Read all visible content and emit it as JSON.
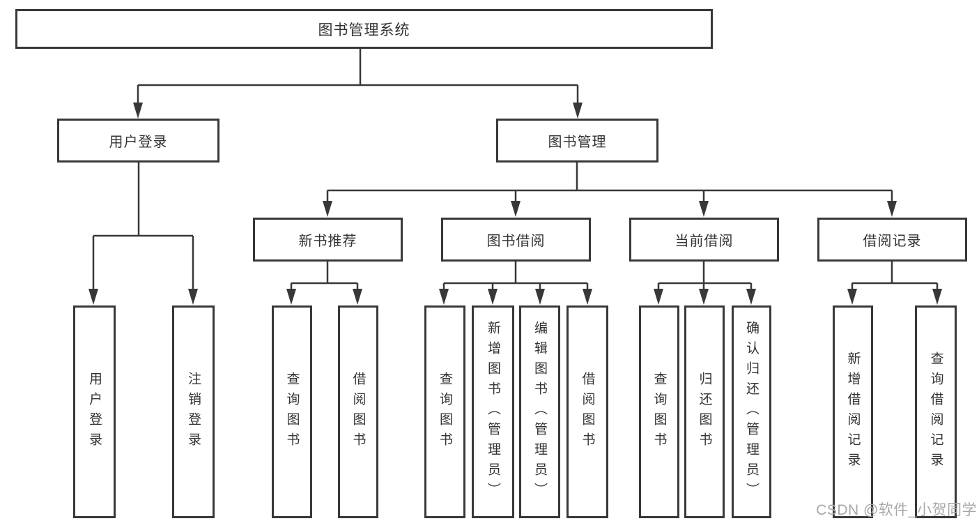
{
  "diagram": {
    "title_node": {
      "label": "图书管理系统"
    },
    "level2": [
      {
        "label": "用户登录"
      },
      {
        "label": "图书管理"
      }
    ],
    "level3": [
      {
        "label": "新书推荐",
        "parent": "图书管理"
      },
      {
        "label": "图书借阅",
        "parent": "图书管理"
      },
      {
        "label": "当前借阅",
        "parent": "图书管理"
      },
      {
        "label": "借阅记录",
        "parent": "图书管理"
      }
    ],
    "level4": [
      {
        "label": "用户登录",
        "parent": "用户登录"
      },
      {
        "label": "注销登录",
        "parent": "用户登录"
      },
      {
        "label": "查询图书",
        "parent": "新书推荐"
      },
      {
        "label": "借阅图书",
        "parent": "新书推荐"
      },
      {
        "label": "查询图书",
        "parent": "图书借阅"
      },
      {
        "label": "新增图书（管理员）",
        "parent": "图书借阅"
      },
      {
        "label": "编辑图书（管理员）",
        "parent": "图书借阅"
      },
      {
        "label": "借阅图书",
        "parent": "图书借阅"
      },
      {
        "label": "查询图书",
        "parent": "当前借阅"
      },
      {
        "label": "归还图书",
        "parent": "当前借阅"
      },
      {
        "label": "确认归还（管理员）",
        "parent": "当前借阅"
      },
      {
        "label": "新增借阅记录",
        "parent": "借阅记录"
      },
      {
        "label": "查询借阅记录",
        "parent": "借阅记录"
      }
    ],
    "colors": {
      "line": "#383838",
      "text": "#333333",
      "background": "#ffffff",
      "watermark": "#a8a8a8"
    }
  },
  "watermark": {
    "text": "CSDN @软件_小贺同学"
  }
}
